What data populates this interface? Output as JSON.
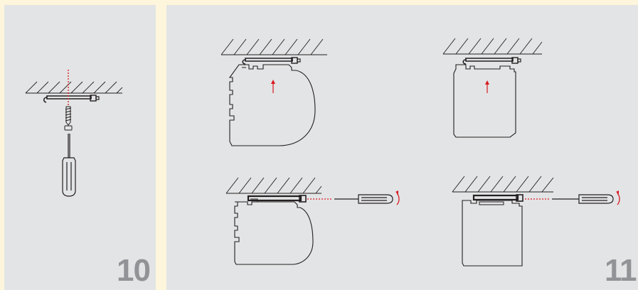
{
  "steps": [
    {
      "number": "10"
    },
    {
      "number": "11"
    }
  ],
  "colors": {
    "background": "#fdf6dc",
    "panel": "#e3e4e5",
    "line": "#231f20",
    "accent": "#d71920",
    "step_number": "#919396"
  },
  "icons": [
    "ceiling-hatch",
    "mounting-bracket",
    "screw",
    "screwdriver",
    "rotation-arrow",
    "up-arrow",
    "blind-profile"
  ]
}
